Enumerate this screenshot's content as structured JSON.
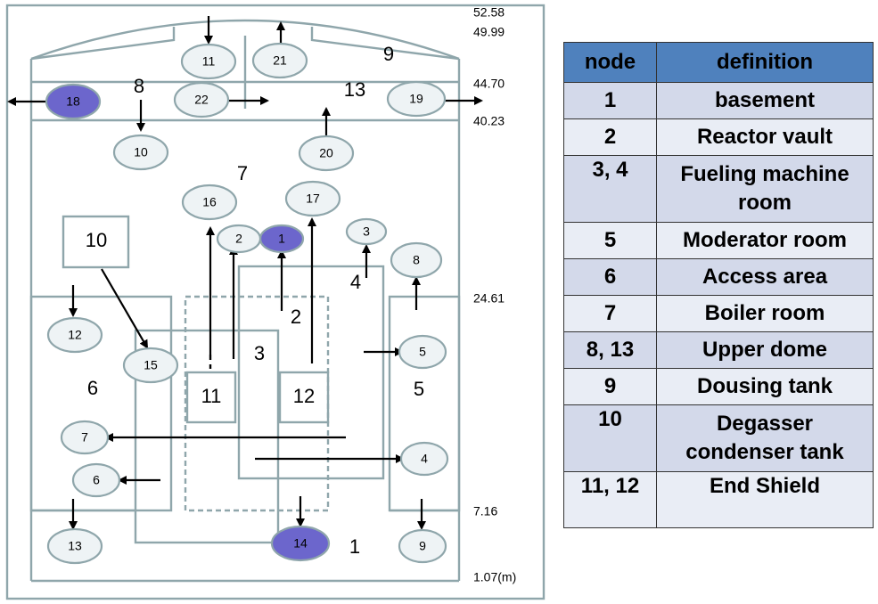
{
  "diagram": {
    "elevations": [
      "52.58",
      "49.99",
      "44.70",
      "40.23",
      "24.61",
      "7.16",
      "1.07(m)"
    ],
    "region_labels": {
      "r1": "1",
      "r2": "2",
      "r3": "3",
      "r4": "4",
      "r5": "5",
      "r6": "6",
      "r7": "7",
      "r8": "8",
      "r9": "9",
      "r13": "13",
      "box10": "10",
      "box11": "11",
      "box12": "12"
    },
    "junctions": [
      "1",
      "2",
      "3",
      "4",
      "5",
      "6",
      "7",
      "8",
      "9",
      "10",
      "11",
      "12",
      "13",
      "14",
      "15",
      "16",
      "17",
      "18",
      "19",
      "20",
      "21",
      "22"
    ],
    "highlighted_junctions": [
      "1",
      "14",
      "18"
    ],
    "colors": {
      "wall": "#8fa6ab",
      "node_fill": "#eef3f5",
      "highlight_fill": "#6c66cc",
      "header": "#4f81bd",
      "row": "#d3d9ea"
    }
  },
  "legend": {
    "headers": [
      "node",
      "definition"
    ],
    "rows": [
      {
        "node": "1",
        "definition": "basement"
      },
      {
        "node": "2",
        "definition": "Reactor vault"
      },
      {
        "node": "3, 4",
        "definition": "Fueling machine room"
      },
      {
        "node": "5",
        "definition": "Moderator room"
      },
      {
        "node": "6",
        "definition": "Access area"
      },
      {
        "node": "7",
        "definition": "Boiler room"
      },
      {
        "node": "8, 13",
        "definition": "Upper dome"
      },
      {
        "node": "9",
        "definition": "Dousing tank"
      },
      {
        "node": "10",
        "definition": "Degasser condenser tank"
      },
      {
        "node": "11, 12",
        "definition": "End Shield"
      }
    ]
  }
}
